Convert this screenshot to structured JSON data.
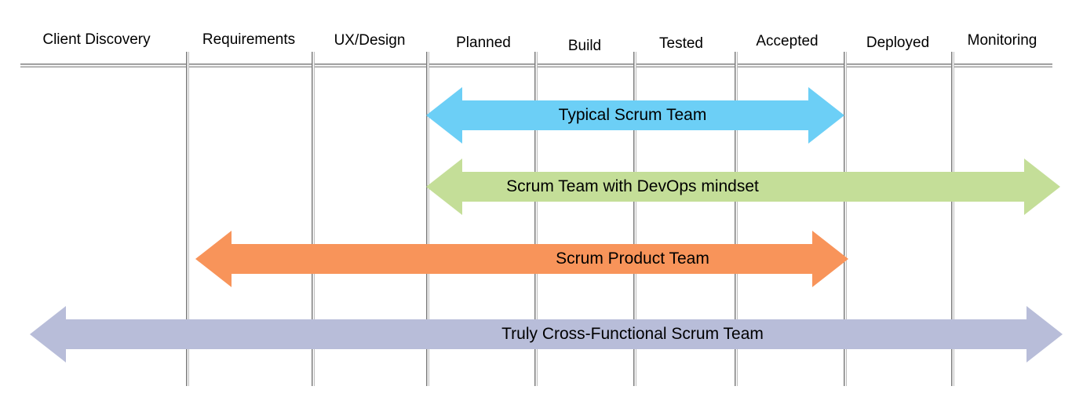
{
  "diagram": {
    "columns": [
      "Client Discovery",
      "Requirements",
      "UX/Design",
      "Planned",
      "Build",
      "Tested",
      "Accepted",
      "Deployed",
      "Monitoring"
    ],
    "arrows": [
      {
        "label": "Typical Scrum Team",
        "color": "#6CCFF6",
        "span_from": "Planned",
        "span_to": "Accepted"
      },
      {
        "label": "Scrum Team with DevOps mindset",
        "color": "#C4DE98",
        "span_from": "Planned",
        "span_to": "Monitoring"
      },
      {
        "label": "Scrum Product Team",
        "color": "#F8945A",
        "span_from": "Requirements",
        "span_to": "Accepted"
      },
      {
        "label": "Truly Cross-Functional Scrum Team",
        "color": "#B8BDD9",
        "span_from": "Client Discovery",
        "span_to": "Monitoring"
      }
    ]
  }
}
